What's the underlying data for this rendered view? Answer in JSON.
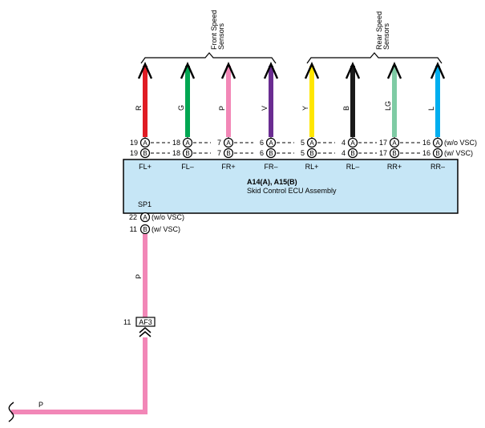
{
  "groups": {
    "front_label": [
      "Front Speed",
      "Sensors"
    ],
    "rear_label": [
      "Rear Speed",
      "Sensors"
    ]
  },
  "ecu": {
    "title": "A14(A), A15(B)",
    "subtitle": "Skid Control ECU Assembly",
    "splice_label": "SP1",
    "fill_color": "#c6e6f6"
  },
  "wires": [
    {
      "color_code": "R",
      "color": "#e01c24",
      "pin_a": "19",
      "pin_b": "19",
      "terminal": "FL+"
    },
    {
      "color_code": "G",
      "color": "#00a651",
      "pin_a": "18",
      "pin_b": "18",
      "terminal": "FL–"
    },
    {
      "color_code": "P",
      "color": "#f287b7",
      "pin_a": "7",
      "pin_b": "7",
      "terminal": "FR+"
    },
    {
      "color_code": "V",
      "color": "#6a2c91",
      "pin_a": "6",
      "pin_b": "6",
      "terminal": "FR–"
    },
    {
      "color_code": "Y",
      "color": "#ffe600",
      "pin_a": "5",
      "pin_b": "5",
      "terminal": "RL+"
    },
    {
      "color_code": "B",
      "color": "#1a1a1a",
      "pin_a": "4",
      "pin_b": "4",
      "terminal": "RL–"
    },
    {
      "color_code": "LG",
      "color": "#7fcba4",
      "pin_a": "17",
      "pin_b": "17",
      "terminal": "RR+"
    },
    {
      "color_code": "L",
      "color": "#00aeef",
      "pin_a": "16",
      "pin_b": "16",
      "terminal": "RR–"
    }
  ],
  "connector_letters": {
    "a": "A",
    "b": "B"
  },
  "variants": {
    "a_row": "(w/o VSC)",
    "b_row": "(w/ VSC)"
  },
  "output": {
    "pin_a": "22",
    "pin_b": "11",
    "note_a": "(w/o VSC)",
    "note_b": "(w/ VSC)",
    "wire_code": "P",
    "wire_color": "#f287b7",
    "connector_pin": "11",
    "connector_name": "AF3",
    "bottom_wire_code": "P"
  }
}
